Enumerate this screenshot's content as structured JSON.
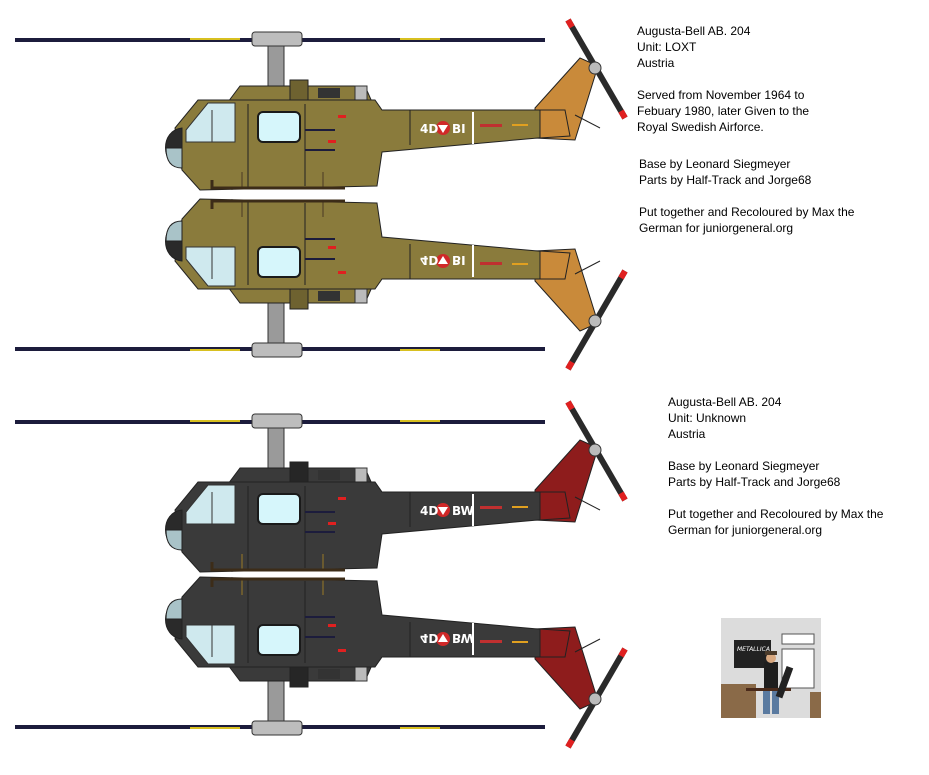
{
  "colors": {
    "olive_body": "#8a7b3c",
    "olive_dark": "#6e6230",
    "olive_tail": "#c98a3a",
    "black_body": "#3a3a3a",
    "black_dark": "#262626",
    "black_tail": "#8e1c1c",
    "glass": "#d6f6fb",
    "roundel_red": "#d02828"
  },
  "aircraft": [
    {
      "serial_left": "4D",
      "serial_right": "BI",
      "info": {
        "title": "Augusta-Bell AB. 204",
        "unit": "Unit: LOXT",
        "country": "Austria",
        "history": [
          "Served from November 1964 to",
          "Febuary 1980, later Given to the",
          "Royal Swedish Airforce."
        ],
        "credits_base": "Base by Leonard Siegmeyer",
        "credits_parts": "Parts by Half-Track and Jorge68",
        "credits_recolour": [
          "Put together and Recoloured by Max the",
          "German for juniorgeneral.org"
        ]
      }
    },
    {
      "serial_left": "4D",
      "serial_right": "BW",
      "info": {
        "title": "Augusta-Bell AB. 204",
        "unit": "Unit: Unknown",
        "country": "Austria",
        "credits_base": "Base by Leonard Siegmeyer",
        "credits_parts": "Parts by Half-Track and Jorge68",
        "credits_recolour": [
          "Put together and Recoloured by Max the",
          "German for juniorgeneral.org"
        ]
      }
    }
  ],
  "avatar": {
    "poster_text": "METALLICA"
  }
}
